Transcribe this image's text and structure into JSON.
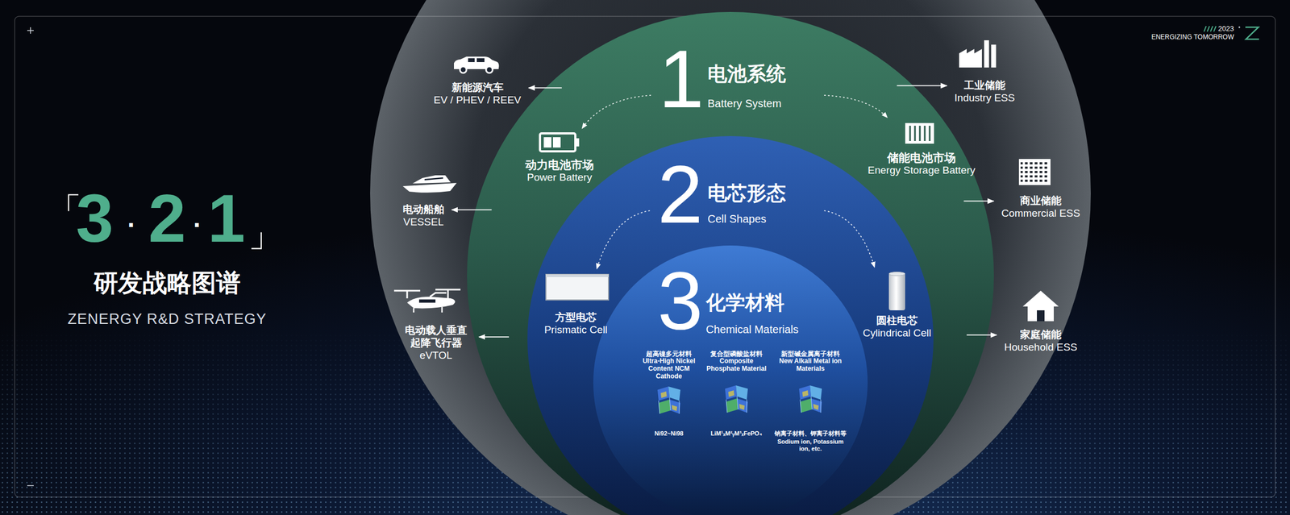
{
  "diagram": {
    "title": "研发战略图谱",
    "nodes": [
      {
        "text": [
          "1",
          "电池系统",
          "Battery System"
        ]
      },
      {
        "text": [
          "动力电池市场",
          "Power Battery"
        ],
        "in": 0
      },
      {
        "text": [
          "储能电池市场",
          "Energy Storage Battery"
        ],
        "in": 0
      },
      {
        "text": [
          "2",
          "电芯形态",
          "Cell Shapes"
        ],
        "in": 0
      },
      {
        "text": [
          "方型电芯",
          "Prismatic Cell"
        ],
        "in": 3
      },
      {
        "text": [
          "圆柱电芯",
          "Cylindrical Cell"
        ],
        "in": 3
      },
      {
        "text": [
          "3",
          "化学材料",
          "Chemical Materials"
        ],
        "in": 3
      },
      {
        "text": [
          "新能源汽车",
          "EV / PHEV / REEV"
        ]
      },
      {
        "text": [
          "电动船舶",
          "VESSEL"
        ]
      },
      {
        "text": [
          "电动载人垂直 起降飞行器",
          "eVTOL"
        ]
      },
      {
        "text": [
          "工业储能",
          "Industry ESS"
        ]
      },
      {
        "text": [
          "商业储能",
          "Commercial ESS"
        ]
      },
      {
        "text": [
          "家庭储能",
          "Household ESS"
        ]
      }
    ],
    "edges": [
      {
        "from": 0,
        "to": 1,
        "arrow": "to"
      },
      {
        "from": 0,
        "to": 2,
        "arrow": "to"
      },
      {
        "from": 3,
        "to": 4,
        "arrow": "to"
      },
      {
        "from": 3,
        "to": 5,
        "arrow": "to"
      },
      {
        "from": 0,
        "to": 7,
        "arrow": "to"
      },
      {
        "from": 0,
        "to": 8,
        "arrow": "to"
      },
      {
        "from": 0,
        "to": 9,
        "arrow": "to"
      },
      {
        "from": 0,
        "to": 10,
        "arrow": "to"
      },
      {
        "from": 0,
        "to": 11,
        "arrow": "to"
      },
      {
        "from": 0,
        "to": 12,
        "arrow": "to"
      }
    ],
    "labels": [
      "「",
      "3",
      "·",
      "2",
      "·",
      "1",
      "」",
      "ZENERGY R&D STRATEGY",
      "2023",
      "ENERGIZING TOMORROW",
      "超高镍多元材料",
      "Ultra-High Nickel Content NCM Cathode",
      "复合型磷酸盐材料",
      "Composite Phosphate Material",
      "新型碱金属离子材料",
      "New Alkali Metal ion Materials",
      "Ni92~Ni98",
      "LiM¹ₓM²ᵧM³ₓFePO₄",
      "钠离子材料、钾离子材料等",
      "Sodium ion, Potassium ion, etc."
    ]
  }
}
